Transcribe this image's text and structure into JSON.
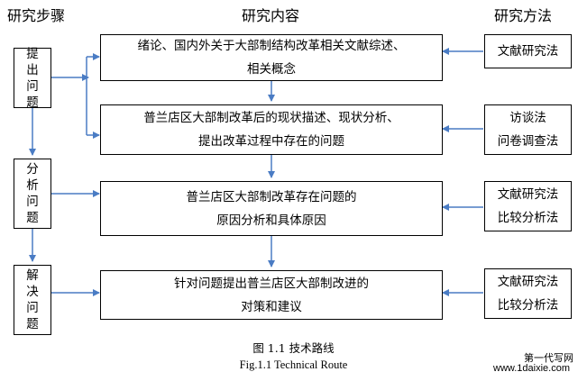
{
  "headers": {
    "steps": "研究步骤",
    "content": "研究内容",
    "methods": "研究方法"
  },
  "steps": [
    {
      "label": "提出问题"
    },
    {
      "label": "分析问题"
    },
    {
      "label": "解决问题"
    }
  ],
  "content_boxes": [
    {
      "line1": "绪论、国内外关于大部制结构改革相关文献综述、",
      "line2": "相关概念"
    },
    {
      "line1": "普兰店区大部制改革后的现状描述、现状分析、",
      "line2": "提出改革过程中存在的问题"
    },
    {
      "line1": "普兰店区大部制改革存在问题的",
      "line2": "原因分析和具体原因"
    },
    {
      "line1": "针对问题提出普兰店区大部制改进的",
      "line2": "对策和建议"
    }
  ],
  "method_boxes": [
    {
      "line1": "文献研究法",
      "line2": ""
    },
    {
      "line1": "访谈法",
      "line2": "问卷调查法"
    },
    {
      "line1": "文献研究法",
      "line2": "比较分析法"
    },
    {
      "line1": "文献研究法",
      "line2": "比较分析法"
    }
  ],
  "caption": {
    "zh": "图 1.1 技术路线",
    "en": "Fig.1.1    Technical Route"
  },
  "watermark": {
    "line1": "第一代写网",
    "line2": "www.1daixie.com"
  },
  "colors": {
    "arrow": "#4a7cc4",
    "border": "#000000"
  }
}
